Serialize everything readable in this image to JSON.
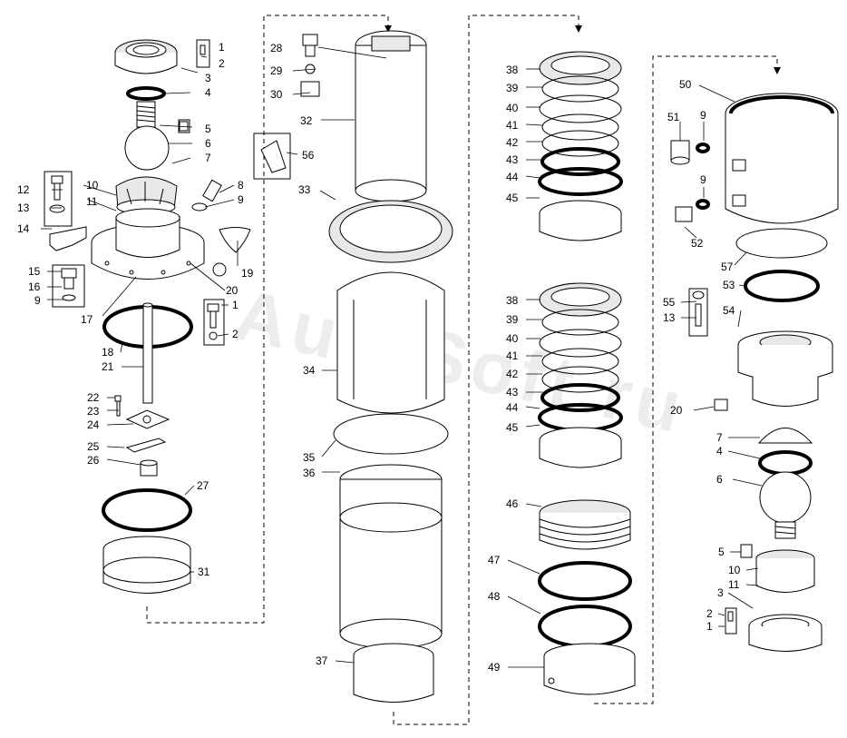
{
  "watermark": "AutoSoft.ru",
  "callouts": {
    "c1a": "1",
    "c2a": "2",
    "c3a": "3",
    "c4a": "4",
    "c5a": "5",
    "c6a": "6",
    "c7a": "7",
    "c8": "8",
    "c9a": "9",
    "c10a": "10",
    "c11a": "11",
    "c12": "12",
    "c13a": "13",
    "c14": "14",
    "c15": "15",
    "c16": "16",
    "c9b": "9",
    "c17": "17",
    "c18": "18",
    "c19": "19",
    "c20a": "20",
    "c1b": "1",
    "c2b": "2",
    "c21": "21",
    "c22": "22",
    "c23": "23",
    "c24": "24",
    "c25": "25",
    "c26": "26",
    "c27": "27",
    "c31": "31",
    "c28": "28",
    "c29": "29",
    "c30": "30",
    "c32": "32",
    "c56": "56",
    "c33": "33",
    "c34": "34",
    "c35": "35",
    "c36": "36",
    "c37": "37",
    "c38a": "38",
    "c39a": "39",
    "c40a": "40",
    "c41a": "41",
    "c42a": "42",
    "c43a": "43",
    "c44a": "44",
    "c45a": "45",
    "c38b": "38",
    "c39b": "39",
    "c40b": "40",
    "c41b": "41",
    "c42b": "42",
    "c43b": "43",
    "c44b": "44",
    "c45b": "45",
    "c46": "46",
    "c47": "47",
    "c48": "48",
    "c49": "49",
    "c50": "50",
    "c51": "51",
    "c9c": "9",
    "c9d": "9",
    "c52": "52",
    "c57": "57",
    "c53": "53",
    "c55": "55",
    "c13b": "13",
    "c54": "54",
    "c20b": "20",
    "c7b": "7",
    "c4b": "4",
    "c6b": "6",
    "c5b": "5",
    "c10b": "10",
    "c11b": "11",
    "c3b": "3",
    "c2c": "2",
    "c1c": "1"
  }
}
